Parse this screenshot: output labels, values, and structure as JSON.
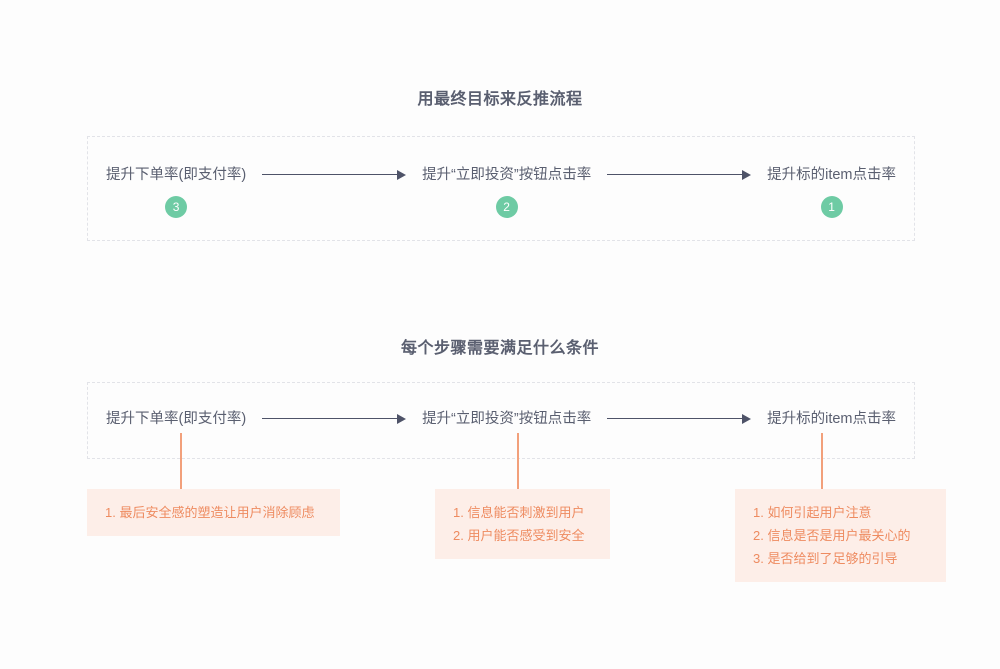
{
  "page": {
    "background": "#fdfdfd",
    "text_color": "#5a5f70",
    "accent_green": "#6ecba4",
    "accent_orange": "#ee8b60",
    "box_pink": "#fdeee8",
    "dashed_border": "#e2e3e8"
  },
  "sections": [
    {
      "title": "用最终目标来反推流程",
      "nodes": [
        {
          "label": "提升下单率(即支付率)",
          "badge": "3"
        },
        {
          "label": "提升“立即投资”按钮点击率",
          "badge": "2"
        },
        {
          "label": "提升标的item点击率",
          "badge": "1"
        }
      ]
    },
    {
      "title": "每个步骤需要满足什么条件",
      "nodes": [
        {
          "label": "提升下单率(即支付率)"
        },
        {
          "label": "提升“立即投资”按钮点击率"
        },
        {
          "label": "提升标的item点击率"
        }
      ],
      "conditions": [
        {
          "items": [
            "1. 最后安全感的塑造让用户消除顾虑"
          ]
        },
        {
          "items": [
            "1. 信息能否刺激到用户",
            "2. 用户能否感受到安全"
          ]
        },
        {
          "items": [
            "1. 如何引起用户注意",
            "2. 信息是否是用户最关心的",
            "3. 是否给到了足够的引导"
          ]
        }
      ]
    }
  ]
}
